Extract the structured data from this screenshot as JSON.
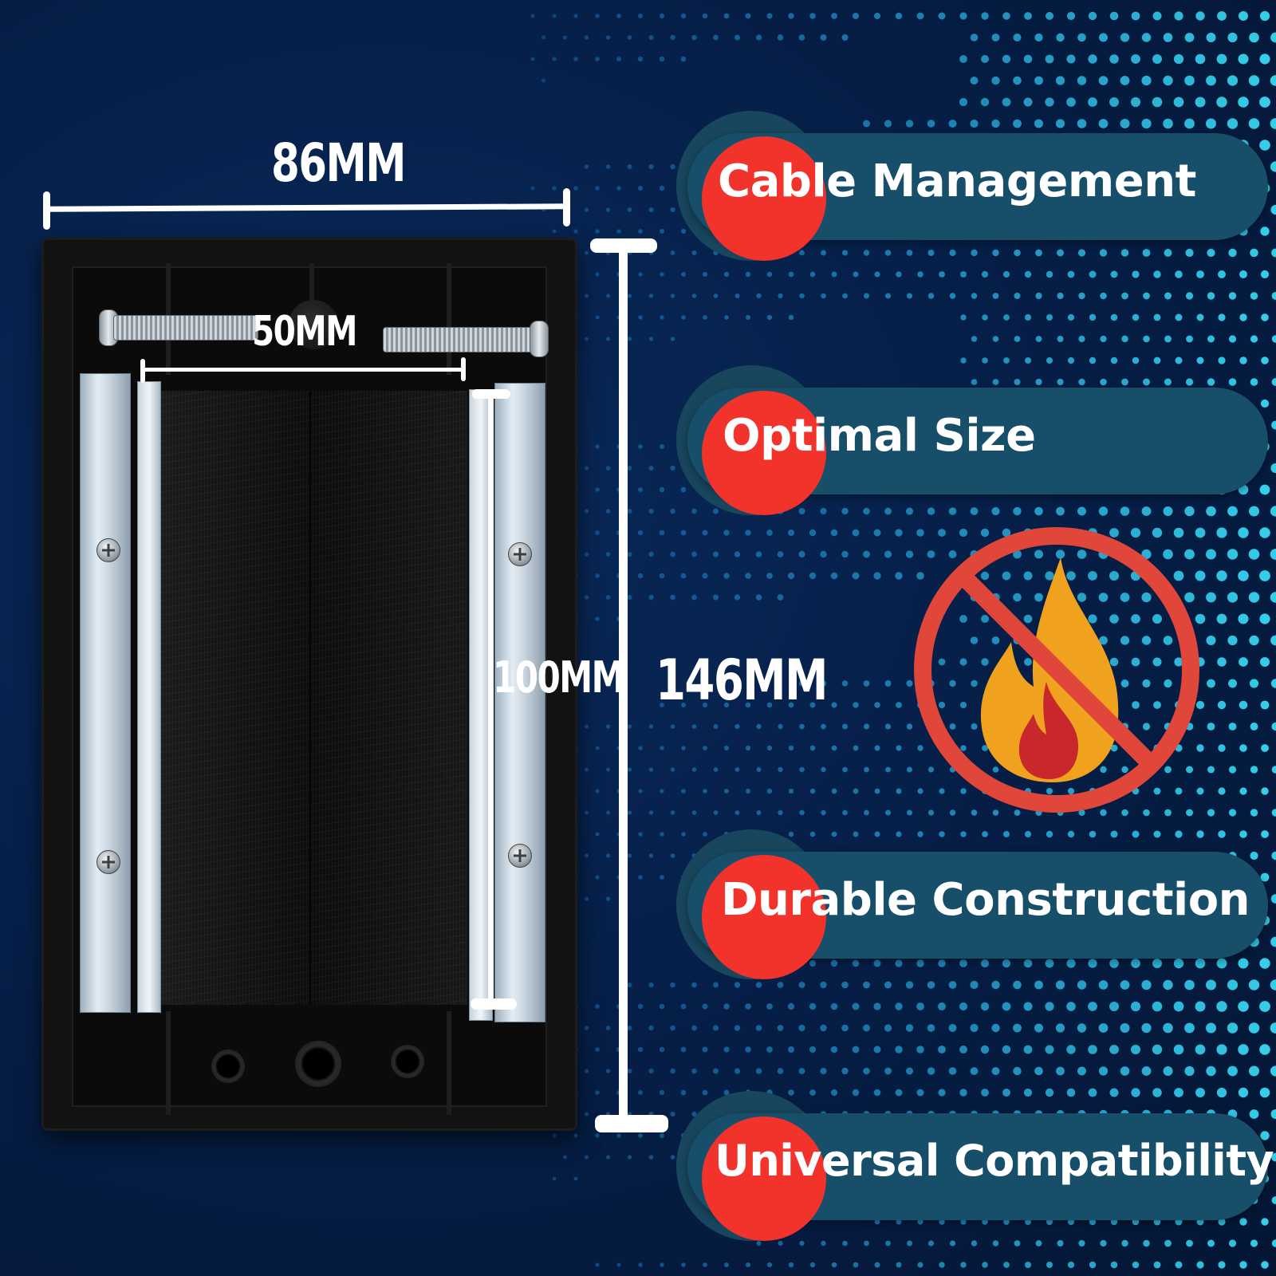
{
  "dimensions": {
    "width": "86MM",
    "inner_width": "50MM",
    "inner_height": "100MM",
    "height": "146MM"
  },
  "features": [
    {
      "label": "Cable Management"
    },
    {
      "label": "Optimal Size"
    },
    {
      "label": "Durable Construction"
    },
    {
      "label": "Universal Compatibility"
    }
  ],
  "icons": {
    "fire": "fire-icon",
    "prohibited": "no-symbol-icon"
  },
  "colors": {
    "background": "#06204a",
    "pill": "#174f6a",
    "accent_red": "#f2332c",
    "flame_orange": "#f0a21e",
    "flame_red": "#c8282b",
    "no_symbol": "#e0473a"
  }
}
